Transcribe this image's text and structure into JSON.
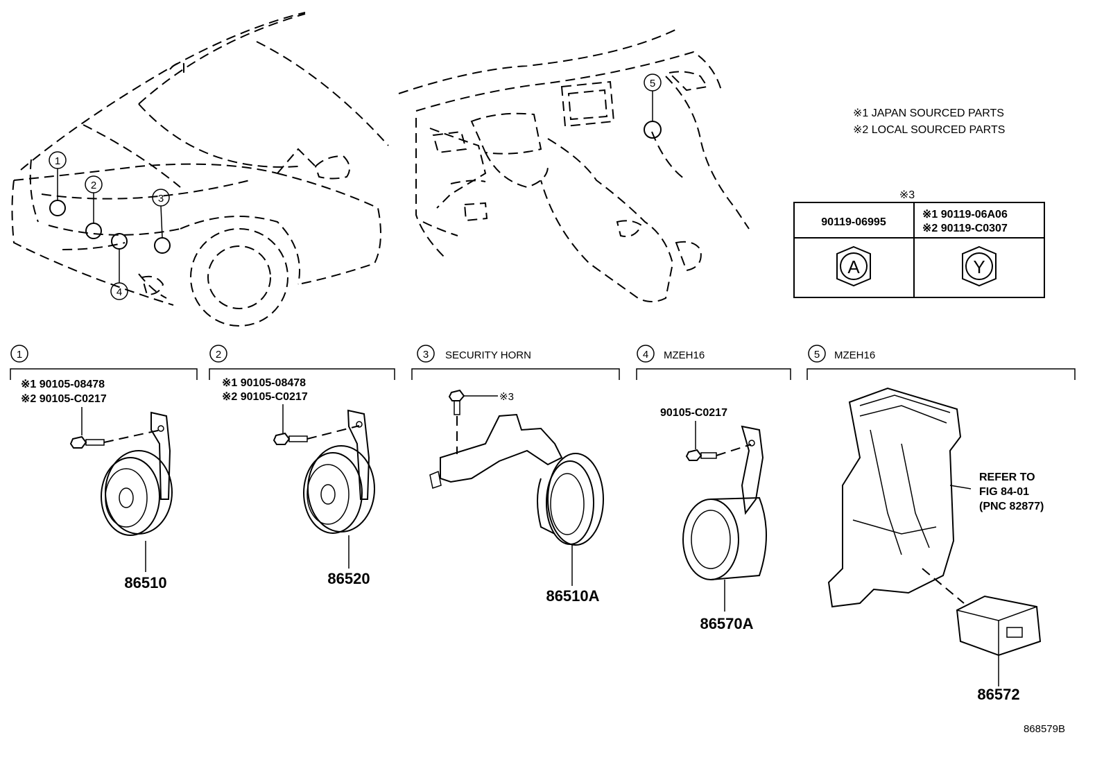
{
  "notes": {
    "note1": "※1 JAPAN SOURCED PARTS",
    "note2": "※2 LOCAL SOURCED PARTS"
  },
  "fastener_table": {
    "title": "※3",
    "col1_part": "90119-06995",
    "col2_line1": "※1 90119-06A06",
    "col2_line2": "※2 90119-C0307",
    "col1_symbol": "A",
    "col2_symbol": "Y"
  },
  "locators": [
    "1",
    "2",
    "3",
    "4",
    "5"
  ],
  "sections": [
    {
      "num": "1",
      "title": "",
      "bolt_line1": "※1 90105-08478",
      "bolt_line2": "※2 90105-C0217",
      "part": "86510"
    },
    {
      "num": "2",
      "title": "",
      "bolt_line1": "※1 90105-08478",
      "bolt_line2": "※2 90105-C0217",
      "part": "86520"
    },
    {
      "num": "3",
      "title": "SECURITY HORN",
      "bolt_ref": "※3",
      "part": "86510A"
    },
    {
      "num": "4",
      "title": "MZEH16",
      "bolt": "90105-C0217",
      "part": "86570A"
    },
    {
      "num": "5",
      "title": "MZEH16",
      "refer_line1": "REFER TO",
      "refer_line2": "FIG 84-01",
      "refer_line3": "(PNC 82877)",
      "part": "86572"
    }
  ],
  "figure_code": "868579B"
}
